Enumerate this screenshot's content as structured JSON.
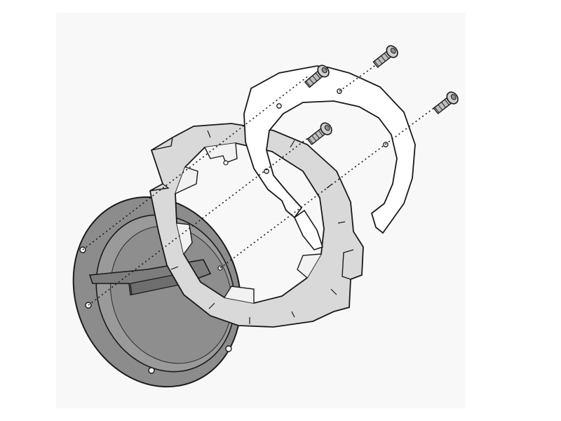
{
  "diagram": {
    "parts": [
      {
        "name": "fuel-cap-plate",
        "colour": "#8c8c8c"
      },
      {
        "name": "adapter-ring",
        "colour": "#d9d9d9"
      },
      {
        "name": "flange-ring",
        "colour": "#ffffff"
      },
      {
        "name": "bolts",
        "count": 4,
        "colour": "#bdbdbd"
      }
    ],
    "guide_line_style": "dotted",
    "line_colour": "#1a1a1a",
    "background_colour": "#f8f8f8"
  }
}
